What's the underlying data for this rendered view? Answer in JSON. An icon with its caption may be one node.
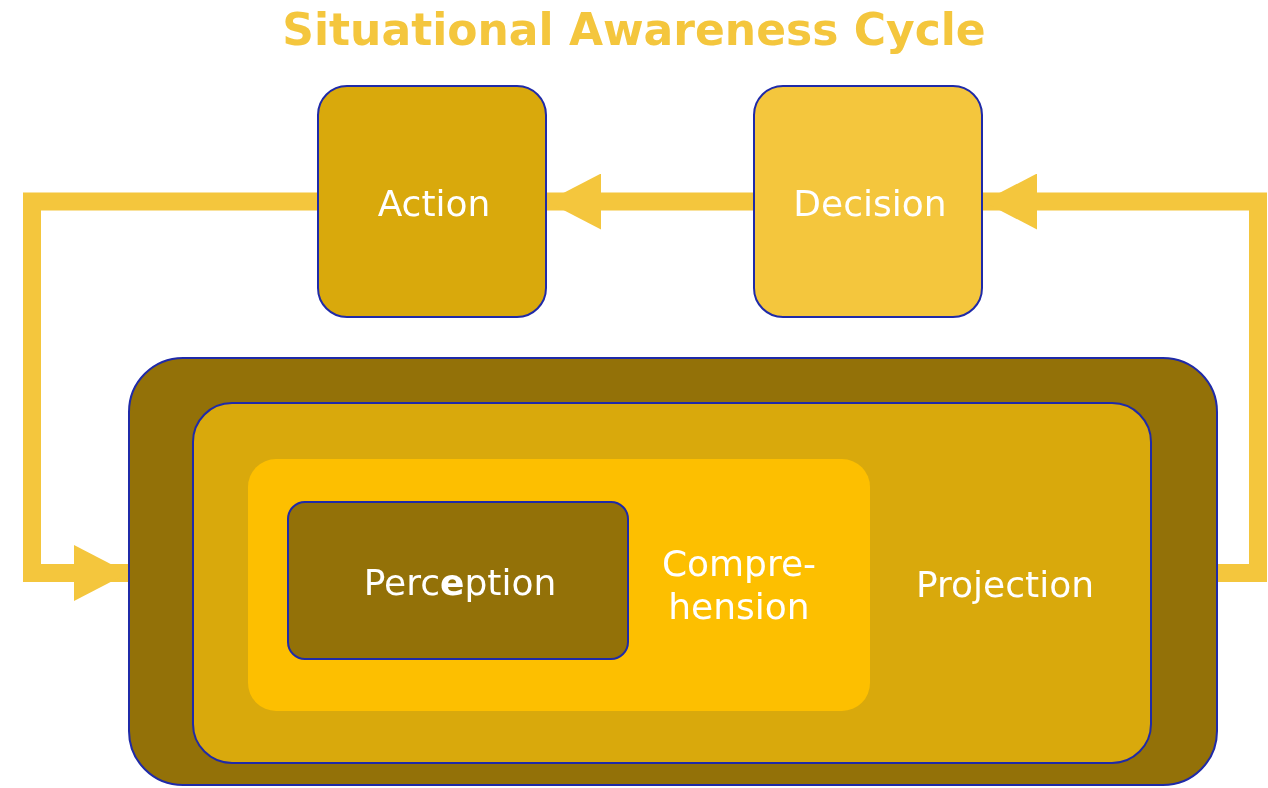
{
  "diagram": {
    "title": "Situational Awareness Cycle",
    "nodes": [
      {
        "text": [
          "Action"
        ]
      },
      {
        "text": [
          "Decision"
        ]
      },
      {
        "text": [],
        "shape": "box"
      },
      {
        "text": [
          "Projection"
        ],
        "in": 2
      },
      {
        "text": [
          "Compre- hension"
        ],
        "in": 3
      },
      {
        "text": [
          "Perc**e**ption"
        ],
        "in": 4
      }
    ],
    "edges": [
      {
        "from": 1,
        "to": 0,
        "arrow": "to"
      },
      {
        "from": 2,
        "to": 1,
        "arrow": "to"
      },
      {
        "from": 0,
        "to": 2,
        "arrow": "to"
      }
    ]
  }
}
